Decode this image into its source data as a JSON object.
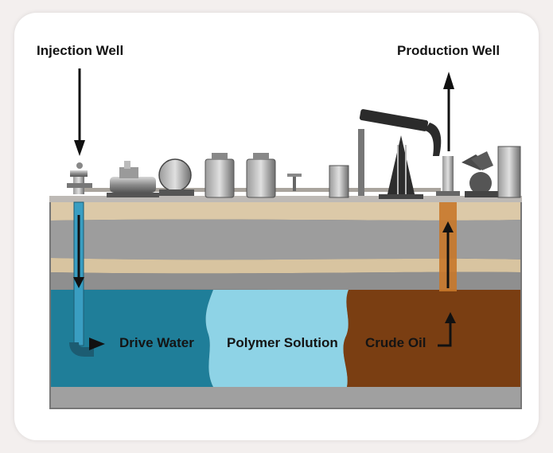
{
  "labels": {
    "injection_well": "Injection Well",
    "production_well": "Production Well",
    "drive_water": "Drive Water",
    "polymer_solution": "Polymer Solution",
    "crude_oil": "Crude Oil"
  },
  "colors": {
    "drive_water": "#1f7e99",
    "polymer_solution": "#8ed3e6",
    "crude_oil": "#7a3e12",
    "sand": "#d9c7a6",
    "shale": "#9a9a9a",
    "well_pipe_water": "#3a9ec2",
    "well_pipe_oil": "#c8782a"
  }
}
